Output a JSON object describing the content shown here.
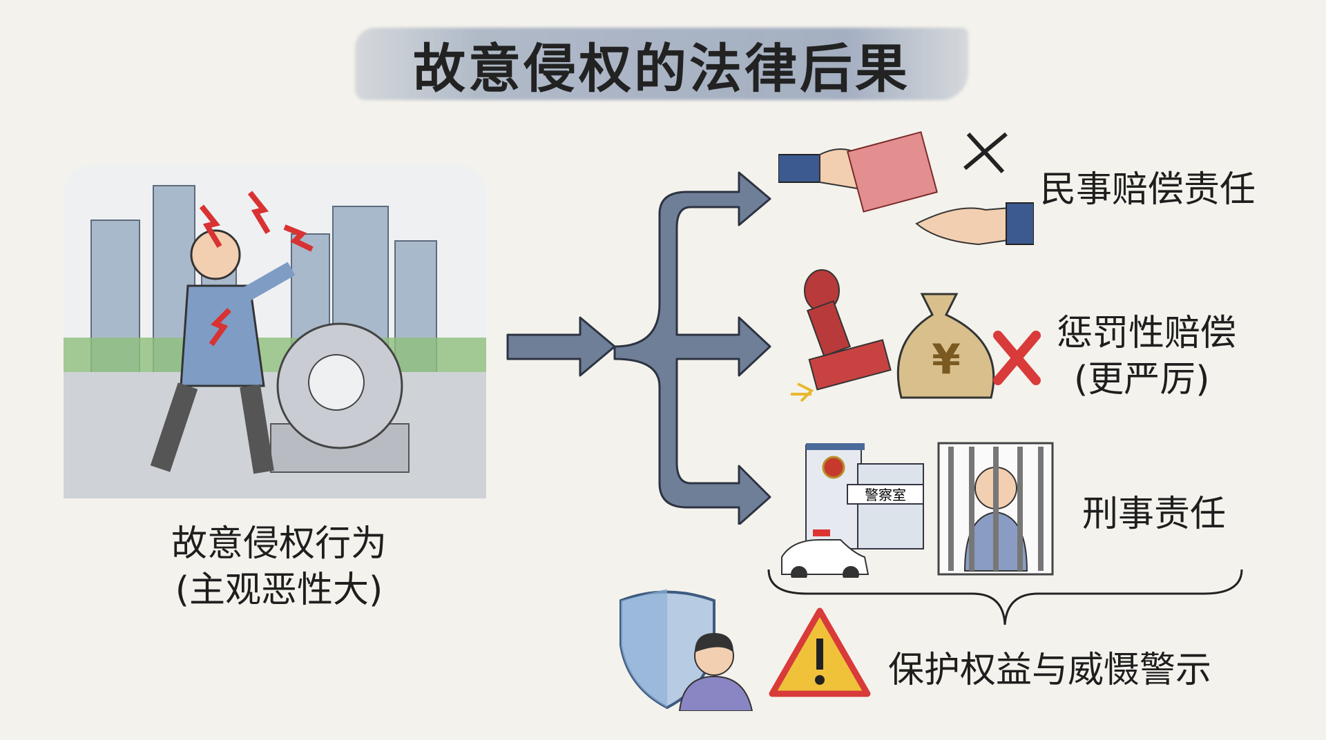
{
  "title": "故意侵权的法律后果",
  "left": {
    "label": "故意侵权行为",
    "sublabel": "(主观恶性大)"
  },
  "consequences": [
    {
      "label": "民事赔偿责任",
      "icon": "money-handover-icon"
    },
    {
      "label": "惩罚性赔偿",
      "sublabel": "(更严厉)",
      "icon": "stamp-moneybag-icon"
    },
    {
      "label": "刑事责任",
      "icon": "police-jail-icon",
      "sign": "警察室"
    }
  ],
  "summary": {
    "label": "保护权益与威慑警示"
  },
  "colors": {
    "arrow": "#6f7f98",
    "banner": "#8a9bb5",
    "warning": "#f0c23a",
    "cross": "#d93a3a"
  }
}
